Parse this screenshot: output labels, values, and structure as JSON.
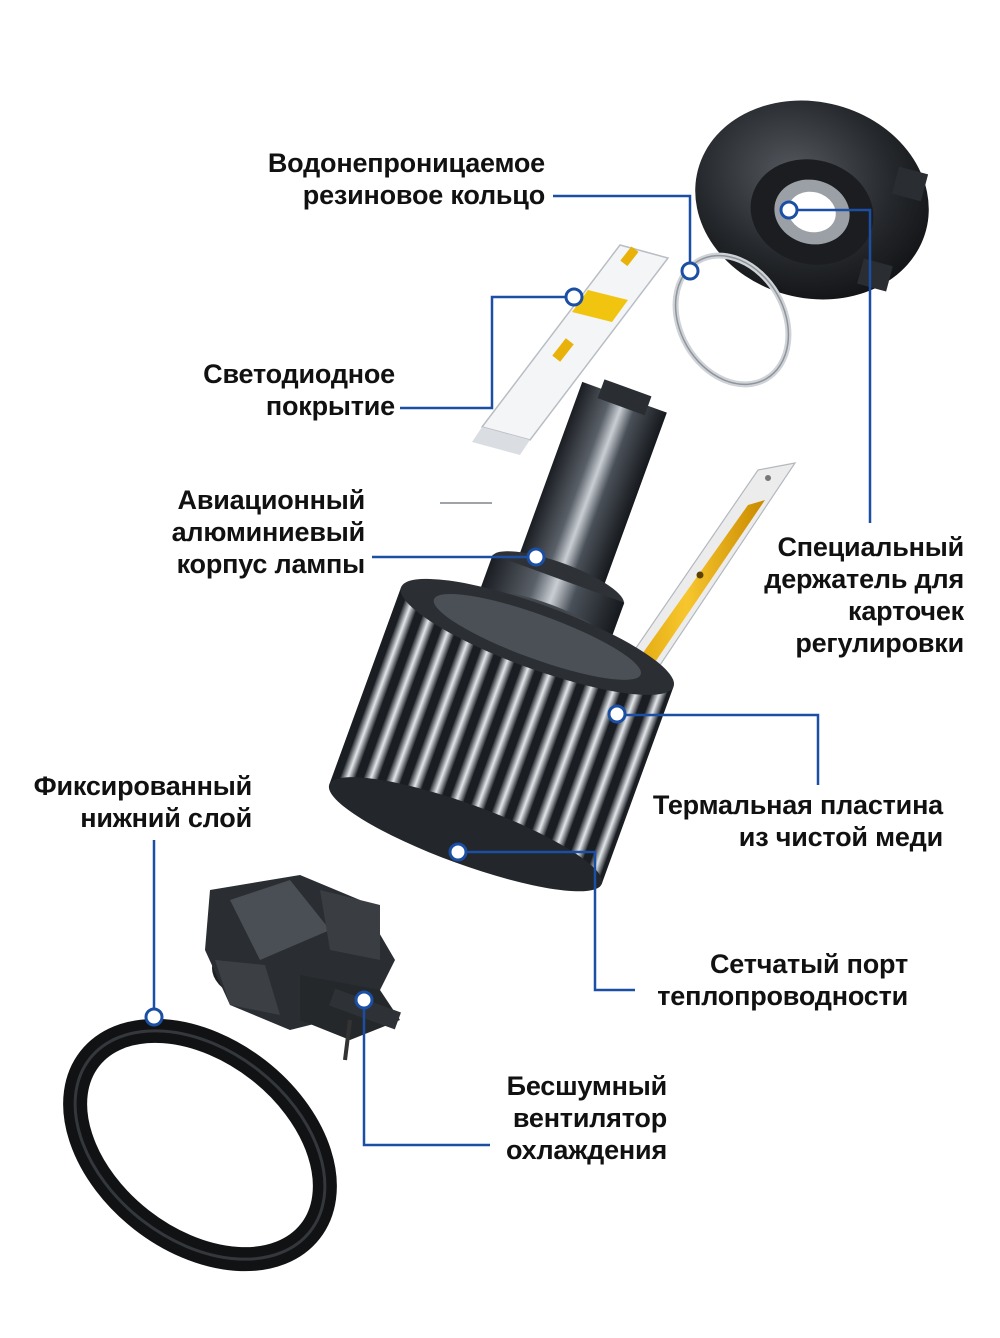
{
  "labels": {
    "rubber_ring": [
      "Водонепроницаемое",
      "резиновое кольцо"
    ],
    "led_coating": [
      "Светодиодное",
      "покрытие"
    ],
    "aluminum_body": [
      "Авиационный",
      "алюминиевый",
      "корпус лампы"
    ],
    "holder": [
      "Специальный",
      "держатель для",
      "карточек",
      "регулировки"
    ],
    "fixed_layer": [
      "Фиксированный",
      "нижний слой"
    ],
    "copper_plate": [
      "Термальная пластина",
      "из чистой меди"
    ],
    "mesh_port": [
      "Сетчатый порт",
      "теплопроводности"
    ],
    "fan": [
      "Бесшумный",
      "вентилятор",
      "охлаждения"
    ]
  },
  "colors": {
    "callout": "#1a4fa3",
    "text": "#111111",
    "copper_yellow": "#f2b705"
  }
}
